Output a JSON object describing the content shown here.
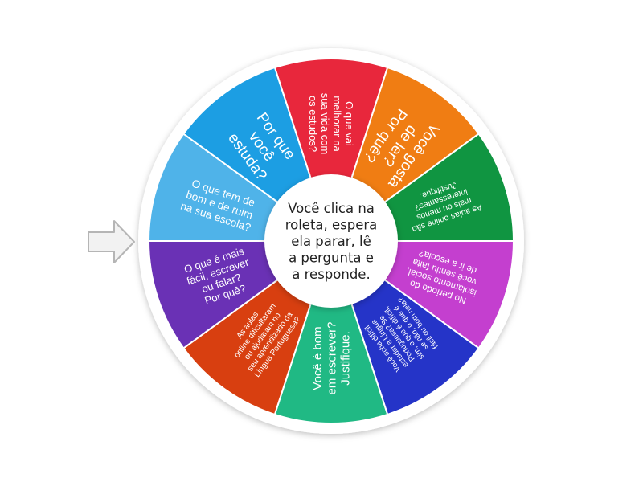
{
  "wheel": {
    "center_text": [
      "Você clica na",
      "roleta, espera",
      "ela parar, lê",
      "a pergunta e",
      "a responde."
    ],
    "segments": [
      {
        "color": "#e8273c",
        "lines": [
          "O que vai",
          "melhorar na",
          "sua vida com",
          "os estudos?"
        ],
        "size": 13
      },
      {
        "color": "#f07d13",
        "lines": [
          "Você gosta",
          "de ler?",
          "Por quê?"
        ],
        "size": 19
      },
      {
        "color": "#109541",
        "lines": [
          "As aulas online são",
          "mais ou menos",
          "interessantes?",
          "Justifique."
        ],
        "size": 10.5
      },
      {
        "color": "#c43fcf",
        "lines": [
          "No período do",
          "isolamento social,",
          "você sentiu falta",
          "de ir a escola?"
        ],
        "size": 11.5
      },
      {
        "color": "#2534c8",
        "lines": [
          "Você acha difícil",
          "estudar a Língua",
          "Portuguesa? Se",
          "sim, o que é difícil,",
          "se não, o que é",
          "fácil ou bom nela?"
        ],
        "size": 9.5
      },
      {
        "color": "#20b984",
        "lines": [
          "Você é bom",
          "em escrever?",
          "Justifique."
        ],
        "size": 15
      },
      {
        "color": "#d83f10",
        "lines": [
          "As aulas",
          "online dificultaram",
          "ou ajudaram no",
          "seu aprendizado da",
          "Língua Portuguesa?"
        ],
        "size": 10
      },
      {
        "color": "#6a31b5",
        "lines": [
          "O que é mais",
          "fácil, escrever",
          "ou falar?",
          "Por quê?"
        ],
        "size": 13
      },
      {
        "color": "#4fb3e9",
        "lines": [
          "O que tem de",
          "bom e de ruim",
          "na sua escola?"
        ],
        "size": 13.5
      },
      {
        "color": "#1c9ee3",
        "lines": [
          "Por que",
          "você",
          "estuda?"
        ],
        "size": 19
      }
    ]
  },
  "pointer": {
    "icon": "arrow-right-icon",
    "fill": "#f2f2f2",
    "stroke": "#b5b5b5"
  }
}
